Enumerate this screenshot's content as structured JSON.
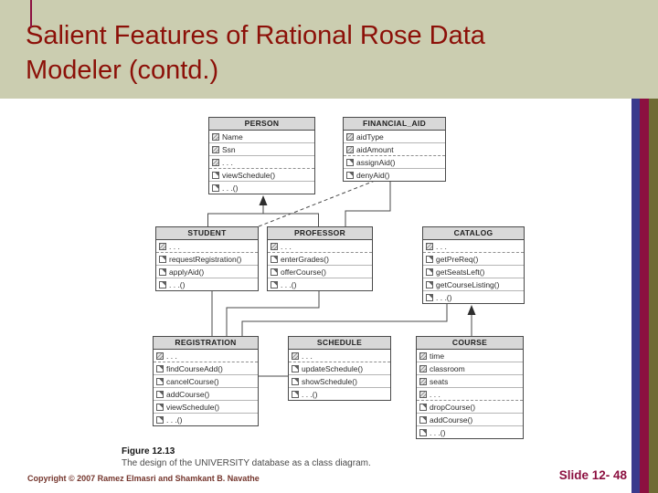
{
  "title": "Salient Features of Rational Rose Data Modeler (contd.)",
  "figure": {
    "label": "Figure 12.13",
    "caption": "The design of the UNIVERSITY database as a class diagram."
  },
  "footer": {
    "copyright": "Copyright © 2007 Ramez Elmasri and Shamkant B. Navathe",
    "slide_number": "Slide 12- 48"
  },
  "colors": {
    "title_band_bg": "#cbcdb0",
    "title_text": "#8c1008",
    "bar_blue": "#3a3a8c",
    "bar_crimson": "#8c1040",
    "bar_olive": "#6f6b33",
    "slide_number_text": "#8c1040",
    "class_header_bg": "#d8d8d8",
    "connector": "#4a4a4a"
  },
  "diagram": {
    "classes": [
      {
        "id": "person",
        "name": "PERSON",
        "attributes": [
          "Name",
          "Ssn",
          ". . ."
        ],
        "operations": [
          "viewSchedule()",
          ". . .()"
        ]
      },
      {
        "id": "financial-aid",
        "name": "FINANCIAL_AID",
        "attributes": [
          "aidType",
          "aidAmount"
        ],
        "operations": [
          "assignAid()",
          "denyAid()"
        ]
      },
      {
        "id": "student",
        "name": "STUDENT",
        "attributes": [
          ". . ."
        ],
        "operations": [
          "requestRegistration()",
          "applyAid()",
          ". . .()"
        ]
      },
      {
        "id": "professor",
        "name": "PROFESSOR",
        "attributes": [
          ". . ."
        ],
        "operations": [
          "enterGrades()",
          "offerCourse()",
          ". . .()"
        ]
      },
      {
        "id": "catalog",
        "name": "CATALOG",
        "attributes": [
          ". . ."
        ],
        "operations": [
          "getPreReq()",
          "getSeatsLeft()",
          "getCourseListing()",
          ". . .()"
        ]
      },
      {
        "id": "registration",
        "name": "REGISTRATION",
        "attributes": [
          ". . ."
        ],
        "operations": [
          "findCourseAdd()",
          "cancelCourse()",
          "addCourse()",
          "viewSchedule()",
          ". . .()"
        ]
      },
      {
        "id": "schedule",
        "name": "SCHEDULE",
        "attributes": [
          ". . ."
        ],
        "operations": [
          "updateSchedule()",
          "showSchedule()",
          ". . .()"
        ]
      },
      {
        "id": "course",
        "name": "COURSE",
        "attributes": [
          "time",
          "classroom",
          "seats",
          ". . ."
        ],
        "operations": [
          "dropCourse()",
          "addCourse()",
          ". . .()"
        ]
      }
    ],
    "relationships": [
      {
        "from": "STUDENT",
        "to": "PERSON",
        "type": "generalization"
      },
      {
        "from": "PROFESSOR",
        "to": "PERSON",
        "type": "generalization"
      },
      {
        "from": "STUDENT",
        "to": "FINANCIAL_AID",
        "type": "dashed-dependency"
      },
      {
        "from": "PROFESSOR",
        "to": "FINANCIAL_AID",
        "type": "association"
      },
      {
        "from": "STUDENT",
        "to": "REGISTRATION",
        "type": "association"
      },
      {
        "from": "PROFESSOR",
        "to": "REGISTRATION",
        "type": "association"
      },
      {
        "from": "REGISTRATION",
        "to": "SCHEDULE",
        "type": "association"
      },
      {
        "from": "REGISTRATION",
        "to": "CATALOG",
        "type": "association"
      },
      {
        "from": "COURSE",
        "to": "CATALOG",
        "type": "directed-arrow"
      }
    ]
  }
}
